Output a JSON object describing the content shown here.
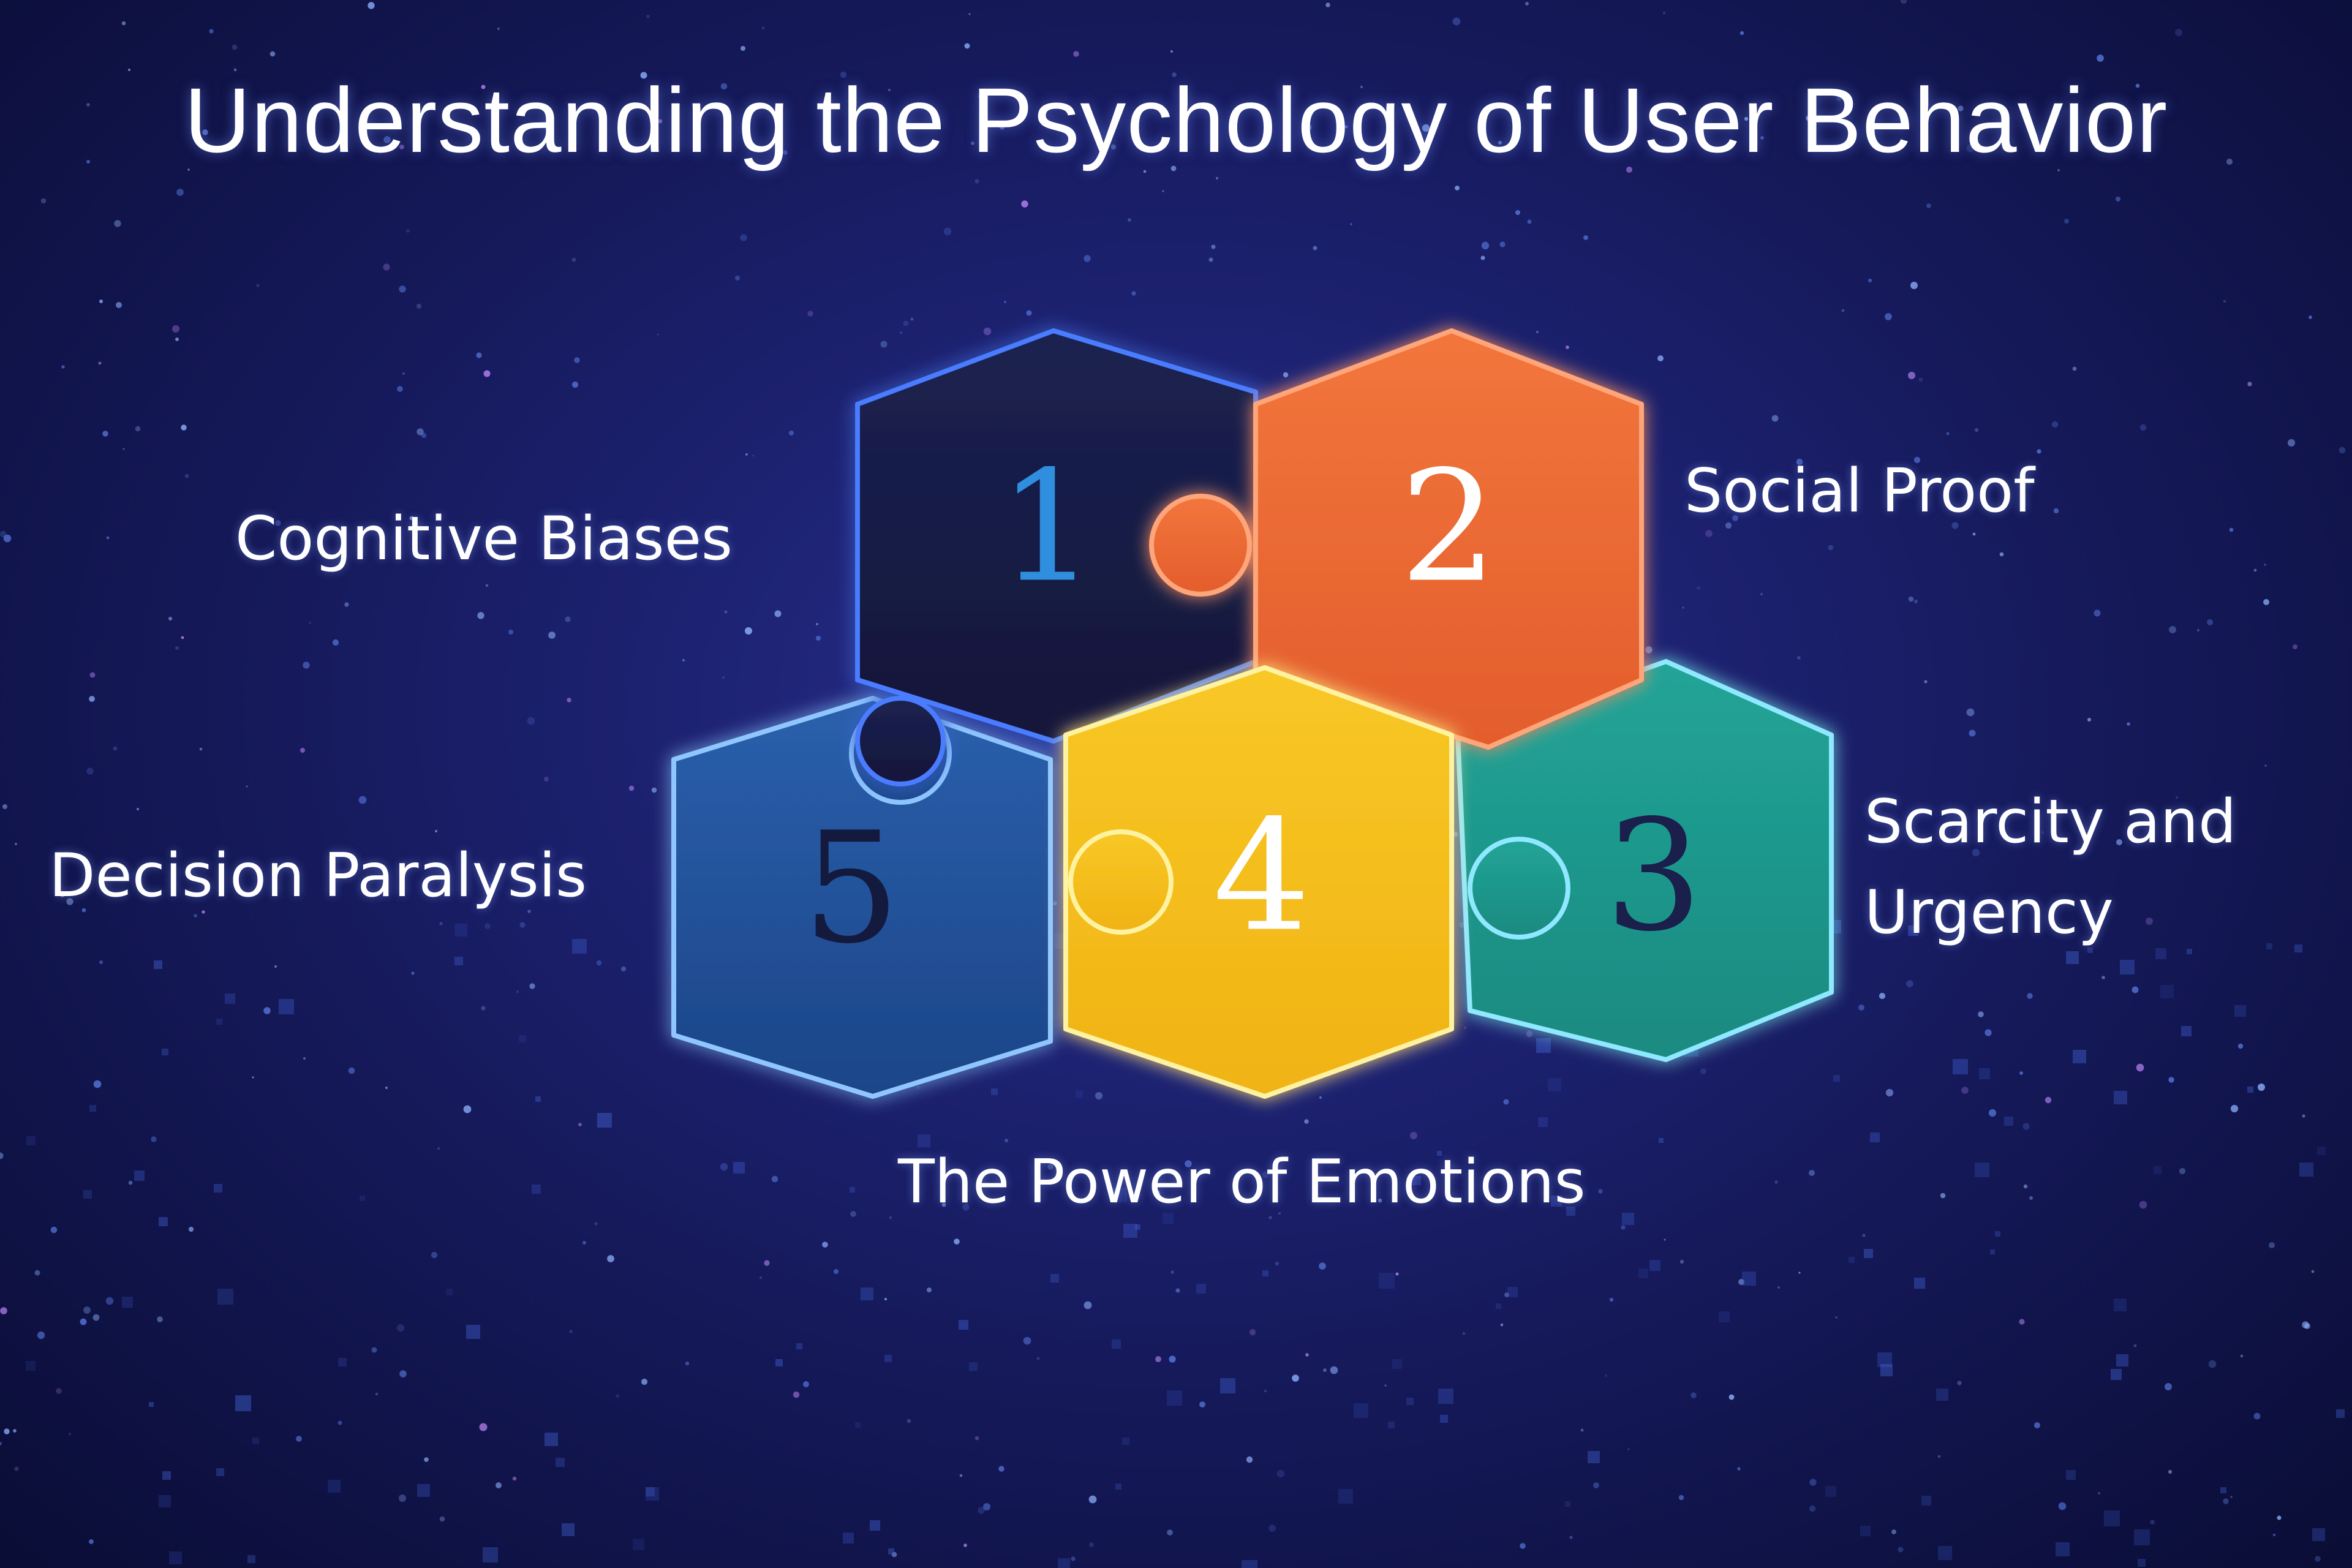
{
  "title": "Understanding the Psychology of User Behavior",
  "pieces": [
    {
      "number": "1",
      "label": "Cognitive Biases",
      "fill": "#161b44",
      "number_color": "#2f8fde",
      "edge": "#4a7cff"
    },
    {
      "number": "2",
      "label": "Social Proof",
      "fill": "#ee6a34",
      "number_color": "#ffffff",
      "edge": "#ffa57a"
    },
    {
      "number": "3",
      "label_lines": [
        "Scarcity and",
        "Urgency"
      ],
      "fill": "#1f9a8e",
      "number_color": "#1a1f4c",
      "edge": "#8ee8ff"
    },
    {
      "number": "4",
      "label": "The Power of Emotions",
      "fill": "#f4be1c",
      "number_color": "#ffffff",
      "edge": "#fff2a0"
    },
    {
      "number": "5",
      "label": "Decision Paralysis",
      "fill": "#23539b",
      "number_color": "#141a3e",
      "edge": "#8fc6ff"
    }
  ],
  "colors": {
    "background": "#141856",
    "text": "#ffffff",
    "glow": "#6f9bff"
  }
}
